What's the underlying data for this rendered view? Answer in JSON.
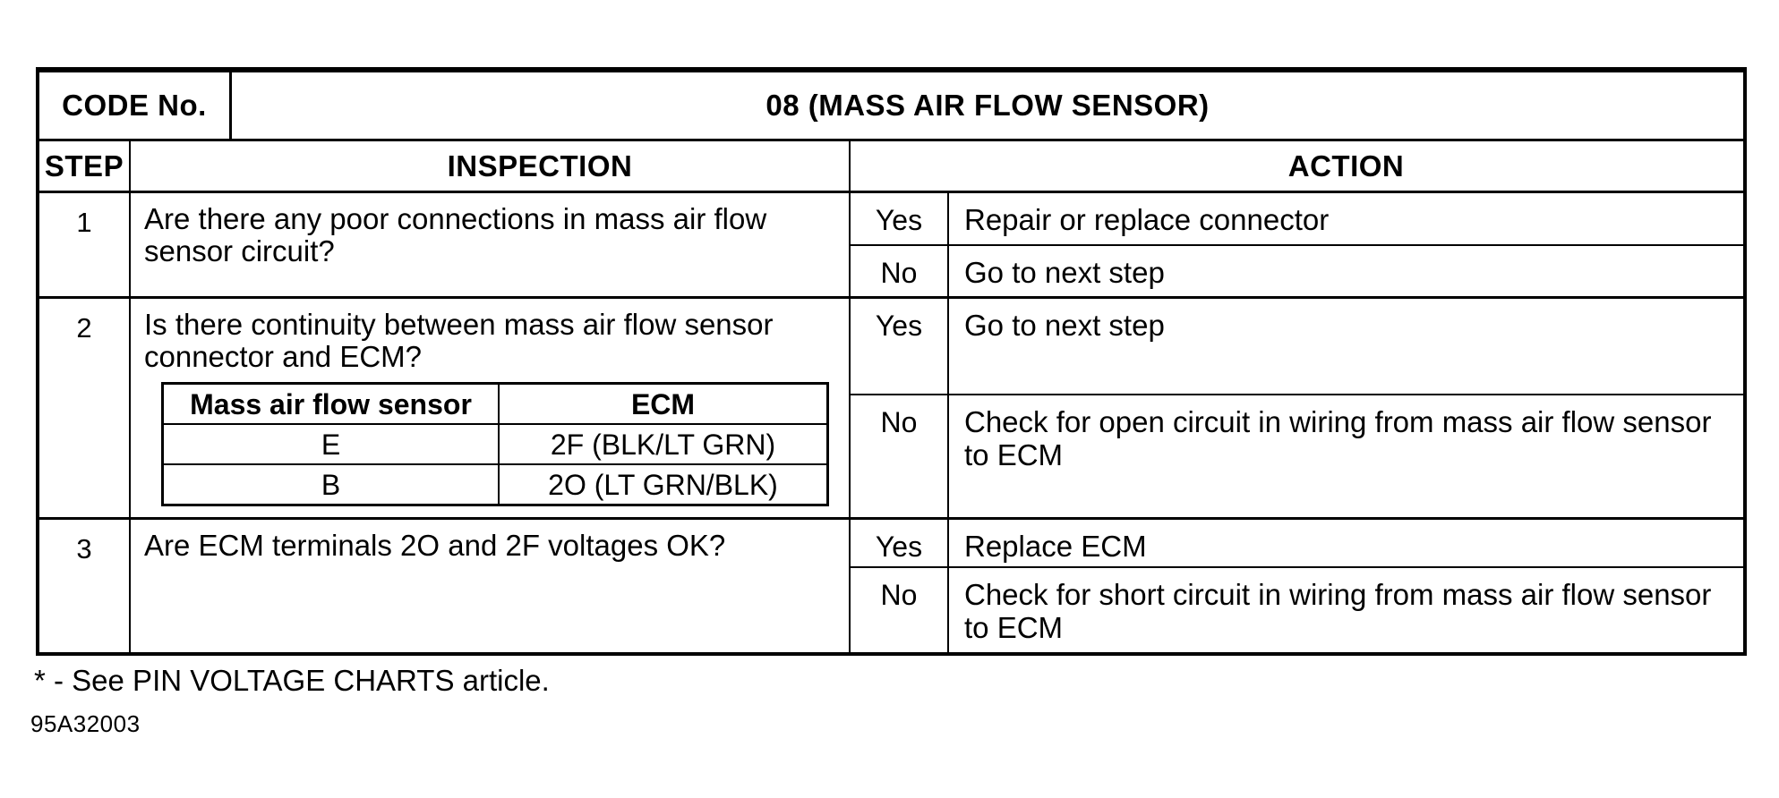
{
  "doc": {
    "code_label": "CODE No.",
    "code_title": "08 (MASS AIR FLOW SENSOR)",
    "columns": {
      "step": "STEP",
      "inspection": "INSPECTION",
      "action": "ACTION"
    },
    "steps": [
      {
        "number": "1",
        "question": "Are there any poor connections in mass air flow sensor circuit?",
        "branches": [
          {
            "answer": "Yes",
            "action": "Repair or replace connector"
          },
          {
            "answer": "No",
            "action": "Go to next step"
          }
        ]
      },
      {
        "number": "2",
        "question": "Is there continuity between mass air flow sensor connector and ECM?",
        "pin_table": {
          "headers": [
            "Mass air flow sensor",
            "ECM"
          ],
          "rows": [
            [
              "E",
              "2F (BLK/LT GRN)"
            ],
            [
              "B",
              "2O (LT GRN/BLK)"
            ]
          ]
        },
        "branches": [
          {
            "answer": "Yes",
            "action": "Go to next step"
          },
          {
            "answer": "No",
            "action": "Check for open circuit in wiring from mass air flow sensor to ECM"
          }
        ]
      },
      {
        "number": "3",
        "question": "Are ECM terminals 2O and 2F voltages OK?",
        "branches": [
          {
            "answer": "Yes",
            "action": "Replace ECM"
          },
          {
            "answer": "No",
            "action": "Check for short circuit in wiring from mass air flow sensor to ECM"
          }
        ]
      }
    ],
    "footnote": "* - See PIN VOLTAGE CHARTS article.",
    "doc_number": "95A32003"
  }
}
